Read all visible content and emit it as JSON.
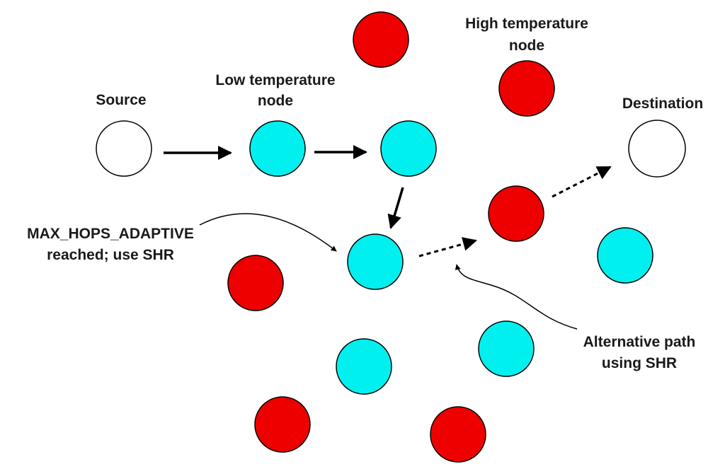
{
  "colors": {
    "background": "#ffffff",
    "low_temperature_fill": "#00f0f0",
    "high_temperature_fill": "#ee0000",
    "endpoint_fill": "#ffffff",
    "stroke": "#000000"
  },
  "labels": {
    "source": "Source",
    "destination": "Destination",
    "low_temp_line1": "Low temperature",
    "low_temp_line2": "node",
    "high_temp_line1": "High temperature",
    "high_temp_line2": "node",
    "max_hops_line1": "MAX_HOPS_ADAPTIVE",
    "max_hops_line2": "reached; use SHR",
    "alt_path_line1": "Alternative path",
    "alt_path_line2": "using SHR"
  },
  "nodes": [
    {
      "name": "source-node",
      "type": "endpoint"
    },
    {
      "name": "low-temp-node-1",
      "type": "low"
    },
    {
      "name": "low-temp-node-2",
      "type": "low"
    },
    {
      "name": "low-temp-node-3",
      "type": "low"
    },
    {
      "name": "destination-node",
      "type": "endpoint"
    },
    {
      "name": "high-temp-node-1",
      "type": "high"
    },
    {
      "name": "high-temp-node-2",
      "type": "high"
    },
    {
      "name": "high-temp-node-3",
      "type": "high"
    },
    {
      "name": "high-temp-node-4",
      "type": "high"
    },
    {
      "name": "high-temp-node-5",
      "type": "high"
    },
    {
      "name": "high-temp-node-6",
      "type": "high"
    },
    {
      "name": "low-temp-node-4",
      "type": "low"
    },
    {
      "name": "low-temp-node-5",
      "type": "low"
    },
    {
      "name": "low-temp-node-6",
      "type": "low"
    }
  ]
}
